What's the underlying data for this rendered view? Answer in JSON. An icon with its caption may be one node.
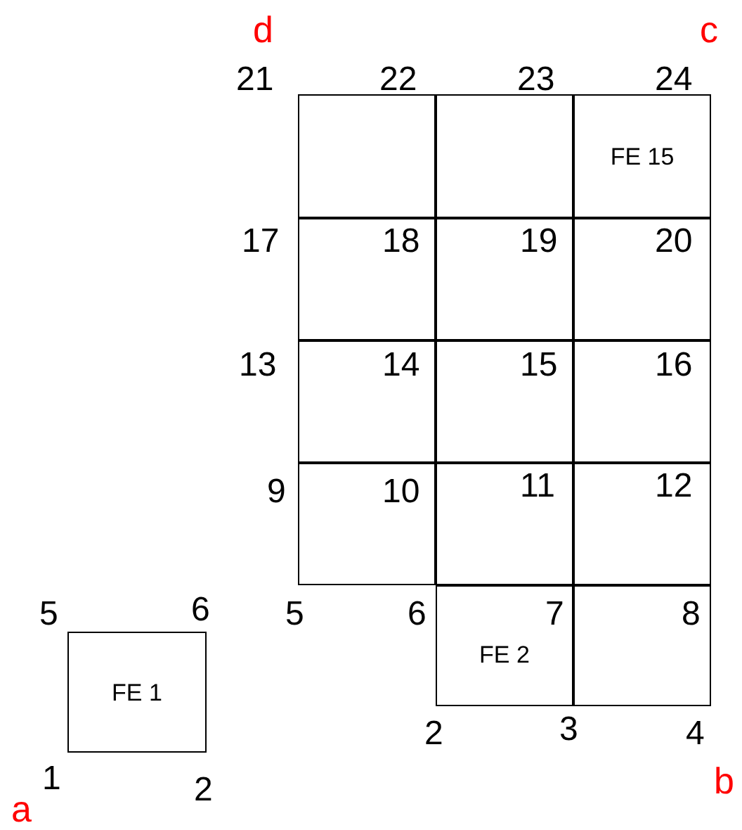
{
  "diagram": {
    "nodes": [
      {
        "text": [],
        "shape": "box"
      },
      {
        "text": [],
        "shape": "box"
      },
      {
        "text": [
          "FE 15"
        ]
      },
      {
        "text": [],
        "shape": "box"
      },
      {
        "text": [],
        "shape": "box"
      },
      {
        "text": [],
        "shape": "box"
      },
      {
        "text": [],
        "shape": "box"
      },
      {
        "text": [],
        "shape": "box"
      },
      {
        "text": [],
        "shape": "box"
      },
      {
        "text": [],
        "shape": "box"
      },
      {
        "text": [],
        "shape": "box"
      },
      {
        "text": [],
        "shape": "box"
      },
      {
        "text": [
          "FE 2"
        ]
      },
      {
        "text": [],
        "shape": "box"
      },
      {
        "text": [
          "FE 1"
        ]
      }
    ],
    "labels": [
      "d",
      "c",
      "21",
      "22",
      "23",
      "24",
      "17",
      "18",
      "19",
      "20",
      "13",
      "14",
      "15",
      "16",
      "9",
      "10",
      "11",
      "12",
      "5",
      "6",
      "5",
      "6",
      "7",
      "8",
      "2",
      "3",
      "4",
      "1",
      "2",
      "a",
      "b"
    ]
  }
}
